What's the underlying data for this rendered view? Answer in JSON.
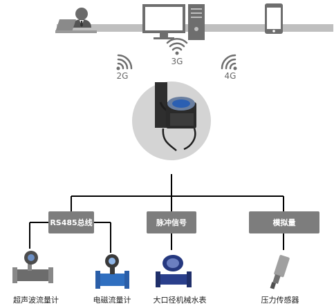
{
  "top": {
    "devices": [
      {
        "name": "person-at-laptop-icon"
      },
      {
        "name": "desktop-computer-icon"
      },
      {
        "name": "mobile-phone-icon"
      }
    ]
  },
  "signals": {
    "left": "2G",
    "center": "3G",
    "right": "4G"
  },
  "hub": {
    "name": "data-terminal-device"
  },
  "buses": [
    {
      "label": "RS485总线"
    },
    {
      "label": "脉冲信号"
    },
    {
      "label": "模拟量"
    }
  ],
  "devices": [
    {
      "label": "超声波流量计",
      "icon": "ultrasonic-flowmeter-icon"
    },
    {
      "label": "电磁流量计",
      "icon": "electromagnetic-flowmeter-icon"
    },
    {
      "label": "大口径机械水表",
      "icon": "mechanical-water-meter-icon"
    },
    {
      "label": "压力传感器",
      "icon": "pressure-sensor-icon"
    }
  ],
  "colors": {
    "line": "#000000",
    "box": "#7d7d7d",
    "bar": "#bfbfbf",
    "device_dark": "#3a3a3a",
    "blue": "#3b7fd4"
  }
}
